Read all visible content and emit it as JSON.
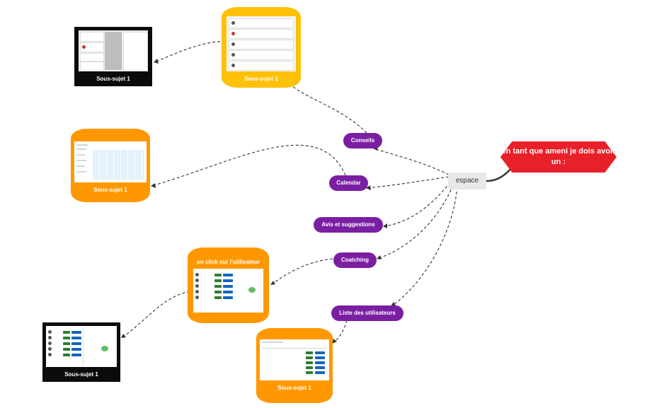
{
  "root": {
    "label": "en tant que ameni je dois avoir un :"
  },
  "center": {
    "label": "espace"
  },
  "branches": [
    {
      "label": "Conseils"
    },
    {
      "label": "Calendar"
    },
    {
      "label": "Avis et suggestions"
    },
    {
      "label": "Coatching"
    },
    {
      "label": "Liste des utilisateurs"
    }
  ],
  "topics": {
    "conseils": {
      "label": "Sous-sujet 1"
    },
    "conseils_detail": {
      "label": "Sous-sujet 1"
    },
    "calendar": {
      "label": "Sous-sujet 1"
    },
    "coatching": {
      "label": "on click sur l'utilisateur"
    },
    "coatching_detail": {
      "label": "Sous-sujet 1"
    },
    "liste": {
      "label": "Sous-sujet 1"
    }
  },
  "colors": {
    "root": "#e8202a",
    "branch": "#7b1fa2",
    "topic": "#ff9800",
    "topic_alt": "#ffc107",
    "center": "#e8e8e8"
  }
}
